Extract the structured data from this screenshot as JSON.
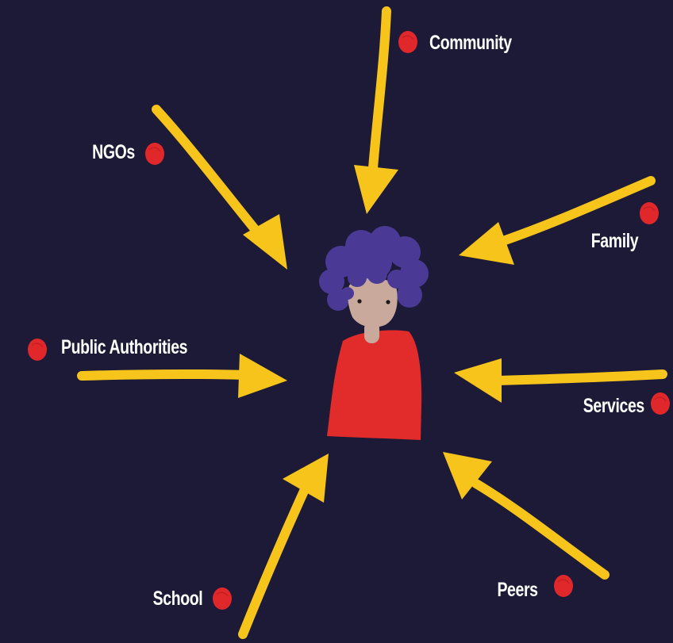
{
  "colors": {
    "background": "#1c1a36",
    "arrow": "#f7c41b",
    "dot": "#e0282a",
    "shirt": "#e22b2b",
    "hair": "#4a3a96",
    "skin": "#c9a99c",
    "label": "#ffffff"
  },
  "labels": {
    "community": "Community",
    "ngos": "NGOs",
    "family": "Family",
    "public_authorities": "Public Authorities",
    "services": "Services",
    "school": "School",
    "peers": "Peers"
  },
  "icons": {
    "bullet": "red-dot-icon",
    "arrow": "arrow-icon",
    "person": "person-figure"
  }
}
